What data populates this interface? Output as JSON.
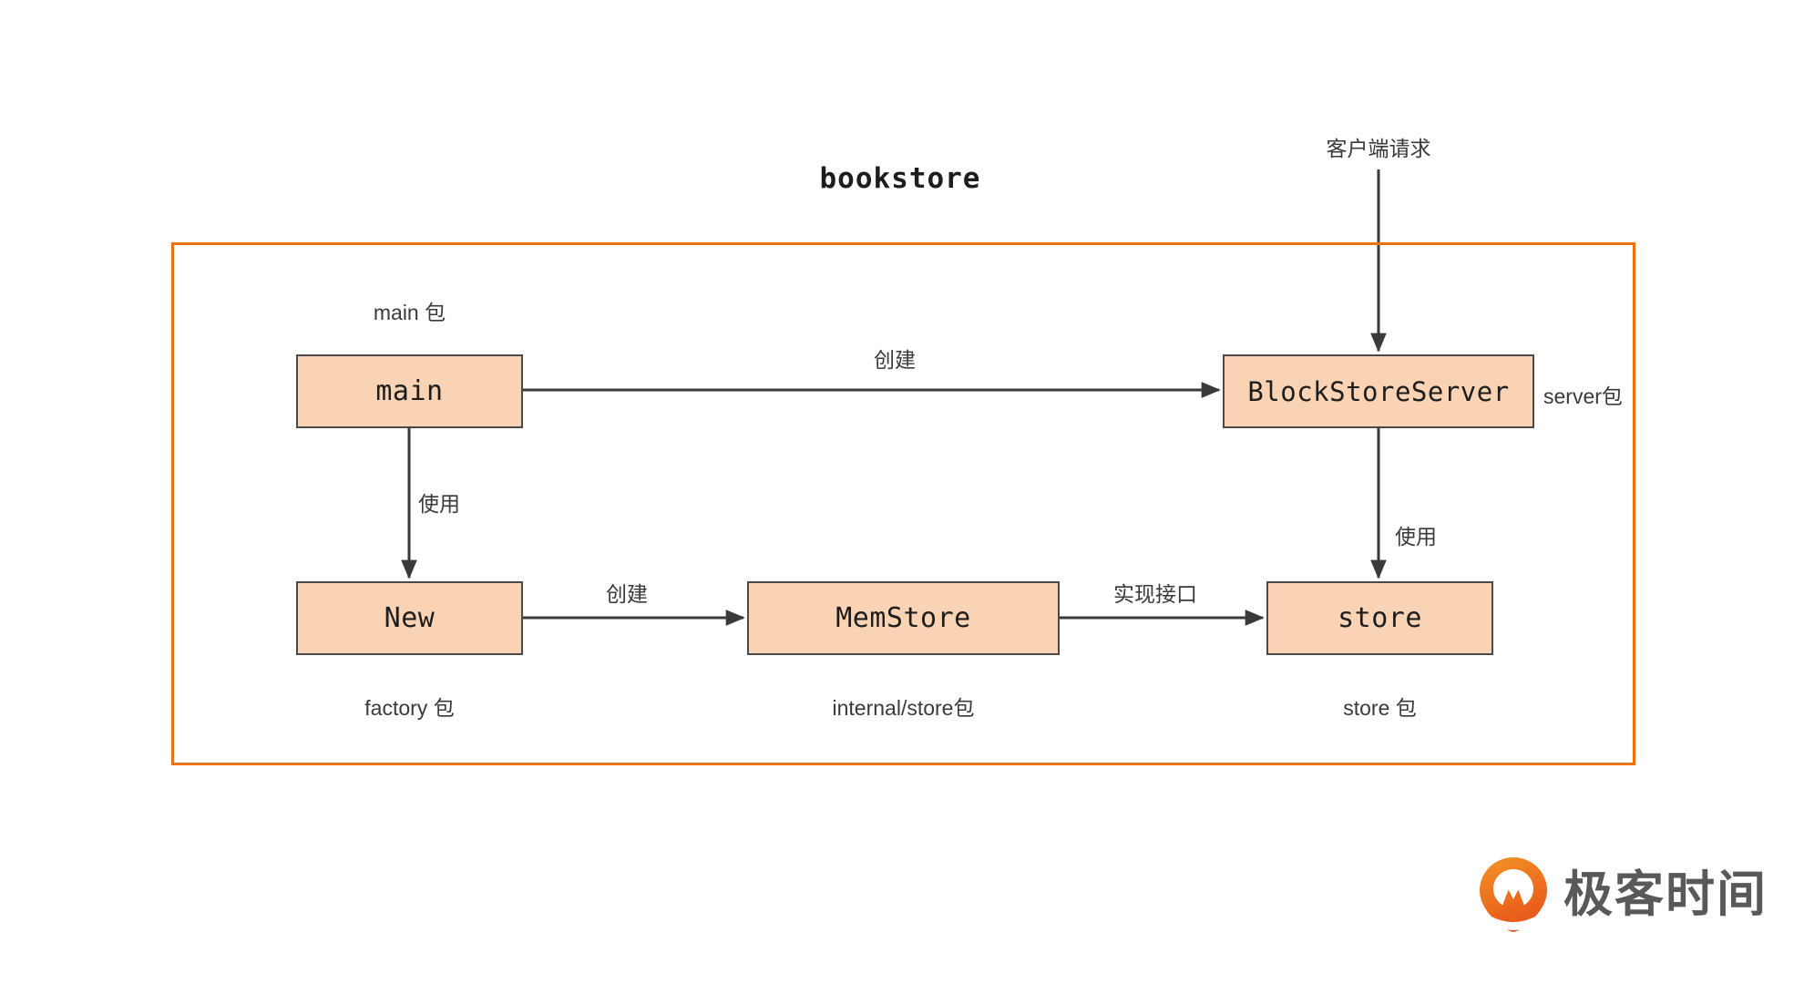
{
  "diagram": {
    "title": "bookstore",
    "frame_color": "#ED7211",
    "node_fill": "#FAD3B4",
    "node_stroke": "#4a4a4a",
    "edge_color": "#3a3a3a",
    "external_label": "客户端请求"
  },
  "nodes": [
    {
      "id": "main",
      "label": "main",
      "caption": "main 包"
    },
    {
      "id": "new",
      "label": "New",
      "caption": "factory 包"
    },
    {
      "id": "memstore",
      "label": "MemStore",
      "caption": "internal/store包"
    },
    {
      "id": "blockstoreserver",
      "label": "BlockStoreServer",
      "caption": "server包"
    },
    {
      "id": "store",
      "label": "store",
      "caption": "store 包"
    }
  ],
  "edges": [
    {
      "from": "client",
      "to": "blockstoreserver",
      "label": ""
    },
    {
      "from": "main",
      "to": "blockstoreserver",
      "label": "创建"
    },
    {
      "from": "main",
      "to": "new",
      "label": "使用"
    },
    {
      "from": "new",
      "to": "memstore",
      "label": "创建"
    },
    {
      "from": "memstore",
      "to": "store",
      "label": "实现接口"
    },
    {
      "from": "blockstoreserver",
      "to": "store",
      "label": "使用"
    }
  ],
  "watermark": {
    "text": "极客时间",
    "logo_color_start": "#F08828",
    "logo_color_end": "#E8611A",
    "text_color": "#595959"
  }
}
